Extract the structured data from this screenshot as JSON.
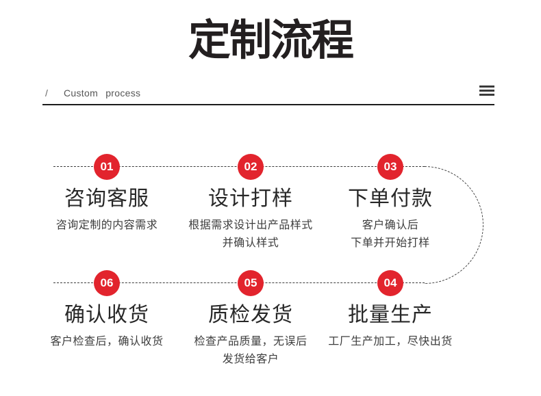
{
  "title": {
    "part1": "定制",
    "part2": "流程"
  },
  "header": {
    "slash": "/",
    "subtitle": "Custom process",
    "menu_icon": "hamburger-icon"
  },
  "colors": {
    "accent_red": "#e2242d",
    "underline_red": "#da2420",
    "text_dark": "#282828",
    "line_dark": "#1c1c1c",
    "dash_gray": "#3b3b3b"
  },
  "steps": [
    {
      "num": "01",
      "heading": "咨询客服",
      "desc1": "咨询定制的内容需求",
      "desc2": ""
    },
    {
      "num": "02",
      "heading": "设计打样",
      "desc1": "根据需求设计出产品样式",
      "desc2": "并确认样式"
    },
    {
      "num": "03",
      "heading": "下单付款",
      "desc1": "客户确认后",
      "desc2": "下单并开始打样"
    },
    {
      "num": "04",
      "heading": "批量生产",
      "desc1": "工厂生产加工，尽快出货",
      "desc2": ""
    },
    {
      "num": "05",
      "heading": "质检发货",
      "desc1": "检查产品质量，无误后",
      "desc2": "发货给客户"
    },
    {
      "num": "06",
      "heading": "确认收货",
      "desc1": "客户检查后，确认收货",
      "desc2": ""
    }
  ]
}
